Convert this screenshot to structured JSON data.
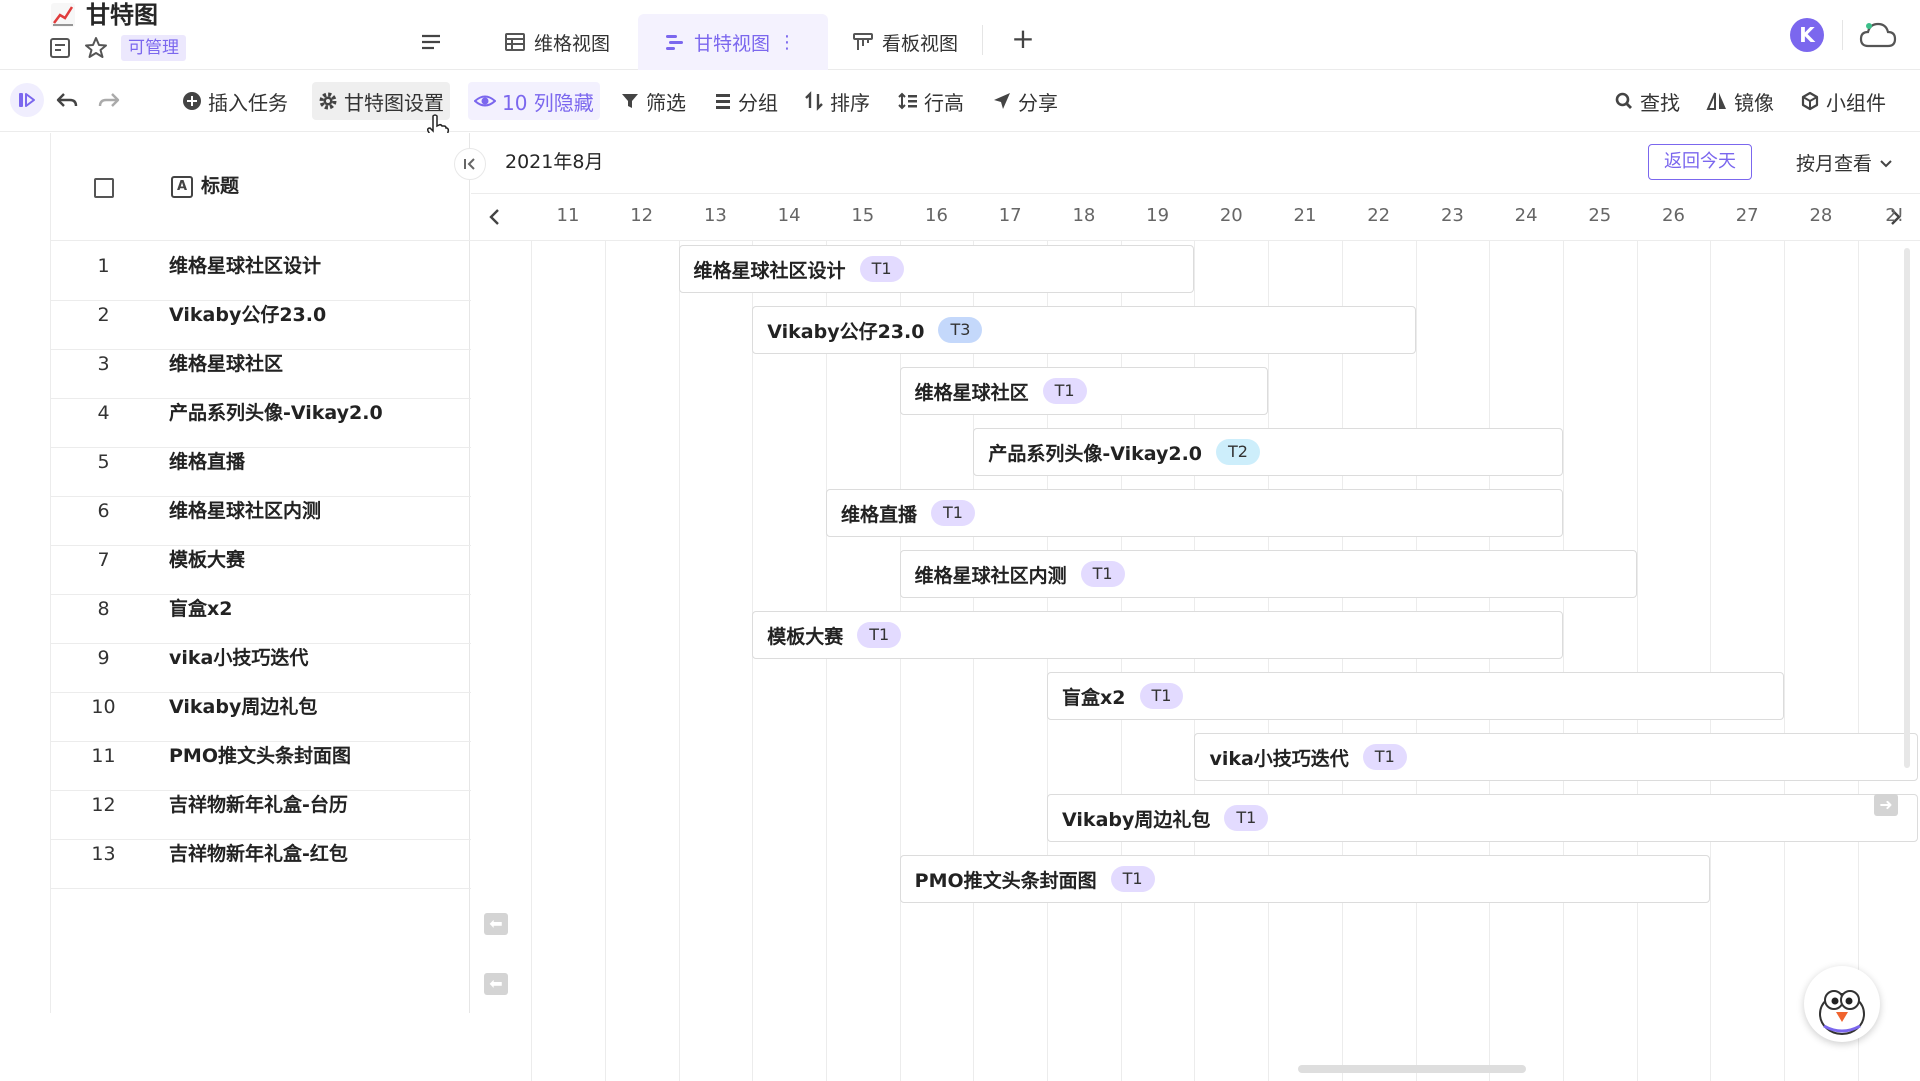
{
  "header": {
    "title": "甘特图",
    "manage_badge": "可管理",
    "tabs": [
      {
        "label": "维格视图",
        "icon": "grid-view-icon"
      },
      {
        "label": "甘特视图",
        "icon": "gantt-view-icon",
        "active": true
      },
      {
        "label": "看板视图",
        "icon": "kanban-view-icon"
      }
    ],
    "add_tab": "+",
    "avatar_letter": "K"
  },
  "toolbar": {
    "insert_task": "插入任务",
    "gantt_settings": "甘特图设置",
    "hidden_columns": "10 列隐藏",
    "filter": "筛选",
    "group": "分组",
    "sort": "排序",
    "row_height": "行高",
    "share": "分享",
    "search": "查找",
    "mirror": "镜像",
    "widget": "小组件"
  },
  "grid": {
    "title_column": "标题",
    "rows": [
      {
        "num": "1",
        "title": "维格星球社区设计"
      },
      {
        "num": "2",
        "title": "Vikaby公仔23.0"
      },
      {
        "num": "3",
        "title": "维格星球社区"
      },
      {
        "num": "4",
        "title": "产品系列头像-Vikay2.0"
      },
      {
        "num": "5",
        "title": "维格直播"
      },
      {
        "num": "6",
        "title": "维格星球社区内测"
      },
      {
        "num": "7",
        "title": "模板大赛"
      },
      {
        "num": "8",
        "title": "盲盒x2"
      },
      {
        "num": "9",
        "title": "vika小技巧迭代"
      },
      {
        "num": "10",
        "title": "Vikaby周边礼包"
      },
      {
        "num": "11",
        "title": "PMO推文头条封面图"
      },
      {
        "num": "12",
        "title": "吉祥物新年礼盒-台历"
      },
      {
        "num": "13",
        "title": "吉祥物新年礼盒-红包"
      }
    ]
  },
  "gantt": {
    "month": "2021年8月",
    "today_button": "返回今天",
    "view_mode": "按月查看",
    "days": [
      "11",
      "12",
      "13",
      "14",
      "15",
      "16",
      "17",
      "18",
      "19",
      "20",
      "21",
      "22",
      "23",
      "24",
      "25",
      "26",
      "27",
      "28",
      "2!"
    ],
    "bars": [
      {
        "name": "维格星球社区设计",
        "tag": "T1",
        "start": 13,
        "end": 20
      },
      {
        "name": "Vikaby公仔23.0",
        "tag": "T3",
        "start": 14,
        "end": 23
      },
      {
        "name": "维格星球社区",
        "tag": "T1",
        "start": 16,
        "end": 21
      },
      {
        "name": "产品系列头像-Vikay2.0",
        "tag": "T2",
        "start": 17,
        "end": 25
      },
      {
        "name": "维格直播",
        "tag": "T1",
        "start": 15,
        "end": 25
      },
      {
        "name": "维格星球社区内测",
        "tag": "T1",
        "start": 16,
        "end": 26
      },
      {
        "name": "模板大赛",
        "tag": "T1",
        "start": 14,
        "end": 25
      },
      {
        "name": "盲盒x2",
        "tag": "T1",
        "start": 18,
        "end": 28
      },
      {
        "name": "vika小技巧迭代",
        "tag": "T1",
        "start": 20,
        "end": 30
      },
      {
        "name": "Vikaby周边礼包",
        "tag": "T1",
        "start": 18,
        "end": 31
      },
      {
        "name": "PMO推文头条封面图",
        "tag": "T1",
        "start": 16,
        "end": 27
      }
    ]
  },
  "colors": {
    "accent": "#7b67ee",
    "tag_t1": "#e3dbff",
    "tag_t2": "#cdeefb",
    "tag_t3": "#c4d8fb"
  }
}
